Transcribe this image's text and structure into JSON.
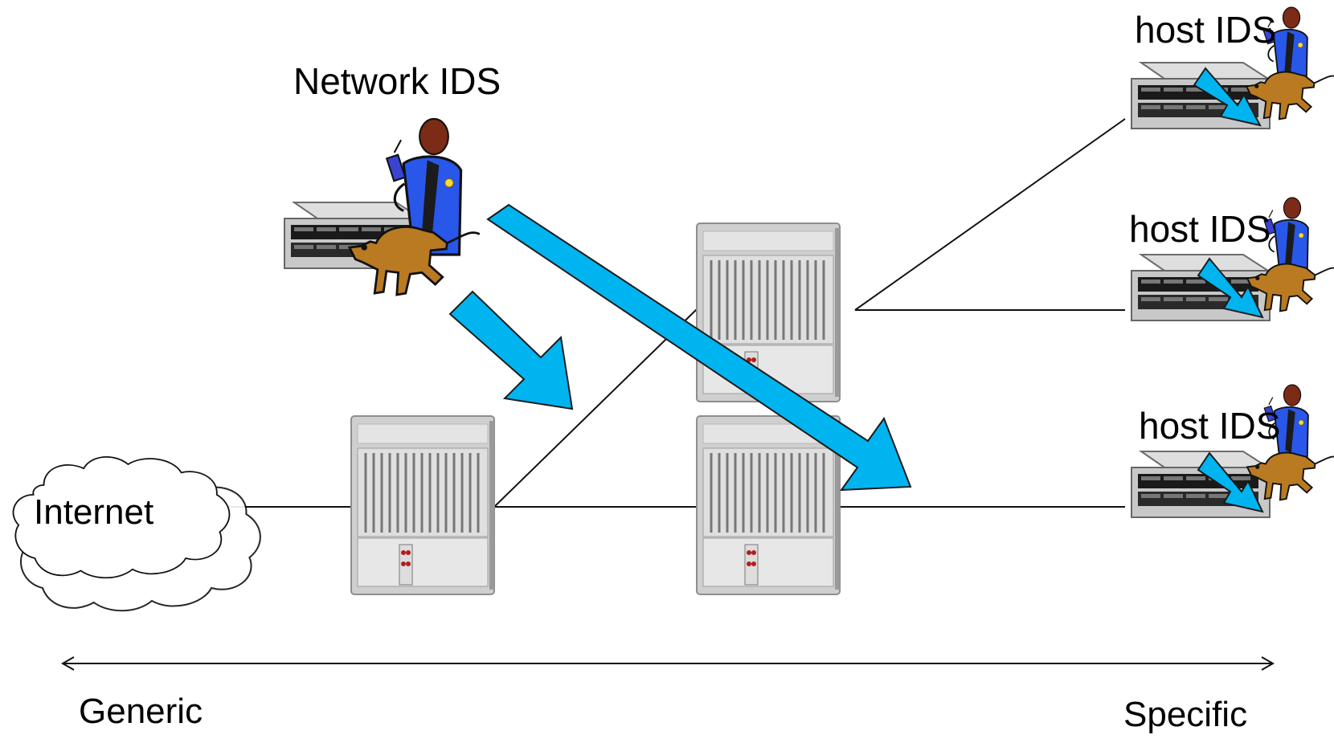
{
  "labels": {
    "network_ids": "Network IDS",
    "host_ids_1": "host IDS",
    "host_ids_2": "host IDS",
    "host_ids_3": "host IDS",
    "internet": "Internet",
    "generic": "Generic",
    "specific": "Specific"
  },
  "colors": {
    "arrow_fill": "#00b4f0",
    "line_color": "#111111",
    "server_gray": "#cfcfcf",
    "dog_brown": "#b97a22",
    "guard_blue": "#2a54e0",
    "cloud_shadow": "#8f8f8f"
  },
  "icons": {
    "network_guard": "security-guard-with-dog-icon",
    "router": "chassis-router-icon",
    "server": "rack-server-icon",
    "internet": "cloud-icon"
  }
}
